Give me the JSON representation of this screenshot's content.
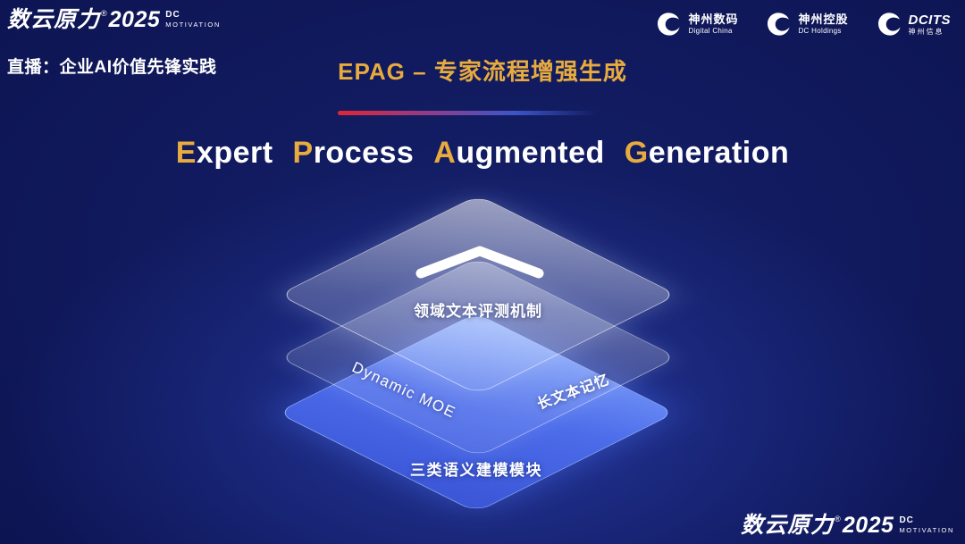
{
  "colors": {
    "background_deep": "#060a30",
    "background_glow": "#2a3fae",
    "gold": "#e8ab3e",
    "accent_red": "#e02535",
    "layer_blue": "#4c6cea",
    "white": "#ffffff"
  },
  "brand": {
    "name": "数云原力",
    "reg": "®",
    "year": "2025",
    "dc": "DC",
    "motivation": "MOTIVATION"
  },
  "header": {
    "live_label": "直播：企业AI价值先锋实践",
    "title": "EPAG – 专家流程增强生成"
  },
  "partners": [
    {
      "name": "神州数码",
      "sub": "Digital China"
    },
    {
      "name": "神州控股",
      "sub": "DC Holdings"
    },
    {
      "name": "DCITS",
      "sub": "神州信息"
    }
  ],
  "heading": {
    "words": [
      {
        "initial": "E",
        "rest": "xpert"
      },
      {
        "initial": "P",
        "rest": "rocess"
      },
      {
        "initial": "A",
        "rest": "ugmented"
      },
      {
        "initial": "G",
        "rest": "eneration"
      }
    ]
  },
  "diagram": {
    "top_layer_label": "领域文本评测机制",
    "middle_layer_left_label": "Dynamic MOE",
    "middle_layer_right_label": "长文本记忆",
    "bottom_layer_label": "三类语义建模模块"
  }
}
